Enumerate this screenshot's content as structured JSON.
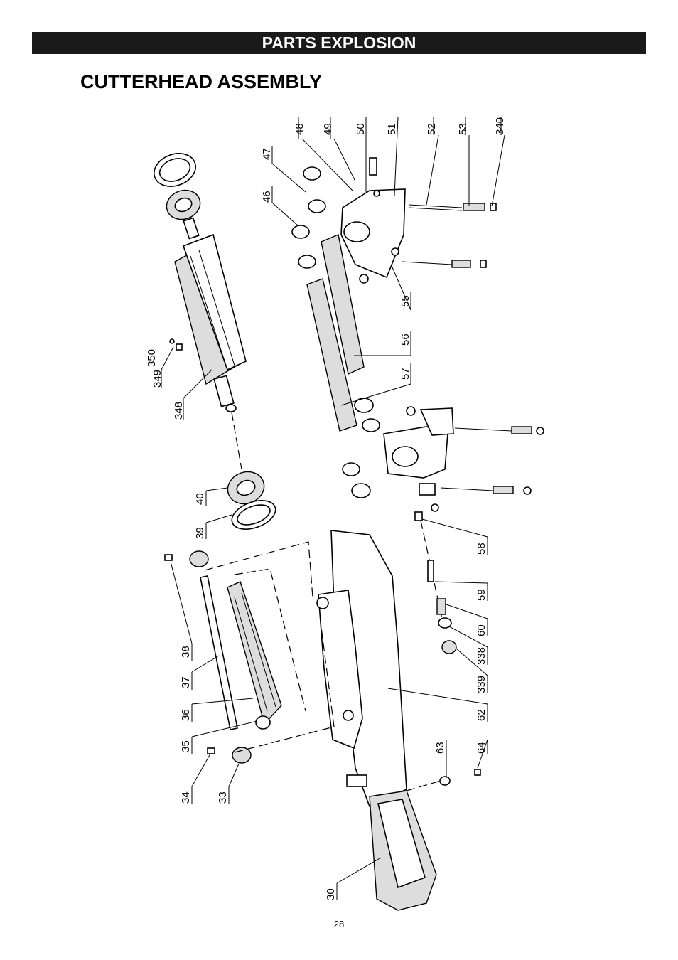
{
  "header": {
    "banner": "PARTS EXPLOSION",
    "title": "CUTTERHEAD ASSEMBLY"
  },
  "page_number": "28",
  "callouts": {
    "c48": "48",
    "c49": "49",
    "c50": "50",
    "c51": "51",
    "c52": "52",
    "c53": "53",
    "c340": "340",
    "c47": "47",
    "c46": "46",
    "c55": "55",
    "c56": "56",
    "c57": "57",
    "c350": "350",
    "c349": "349",
    "c348": "348",
    "c40": "40",
    "c39": "39",
    "c58": "58",
    "c59": "59",
    "c60": "60",
    "c338": "338",
    "c339": "339",
    "c62": "62",
    "c63": "63",
    "c64": "64",
    "c38": "38",
    "c37": "37",
    "c36": "36",
    "c35": "35",
    "c34": "34",
    "c33": "33",
    "c30": "30"
  }
}
